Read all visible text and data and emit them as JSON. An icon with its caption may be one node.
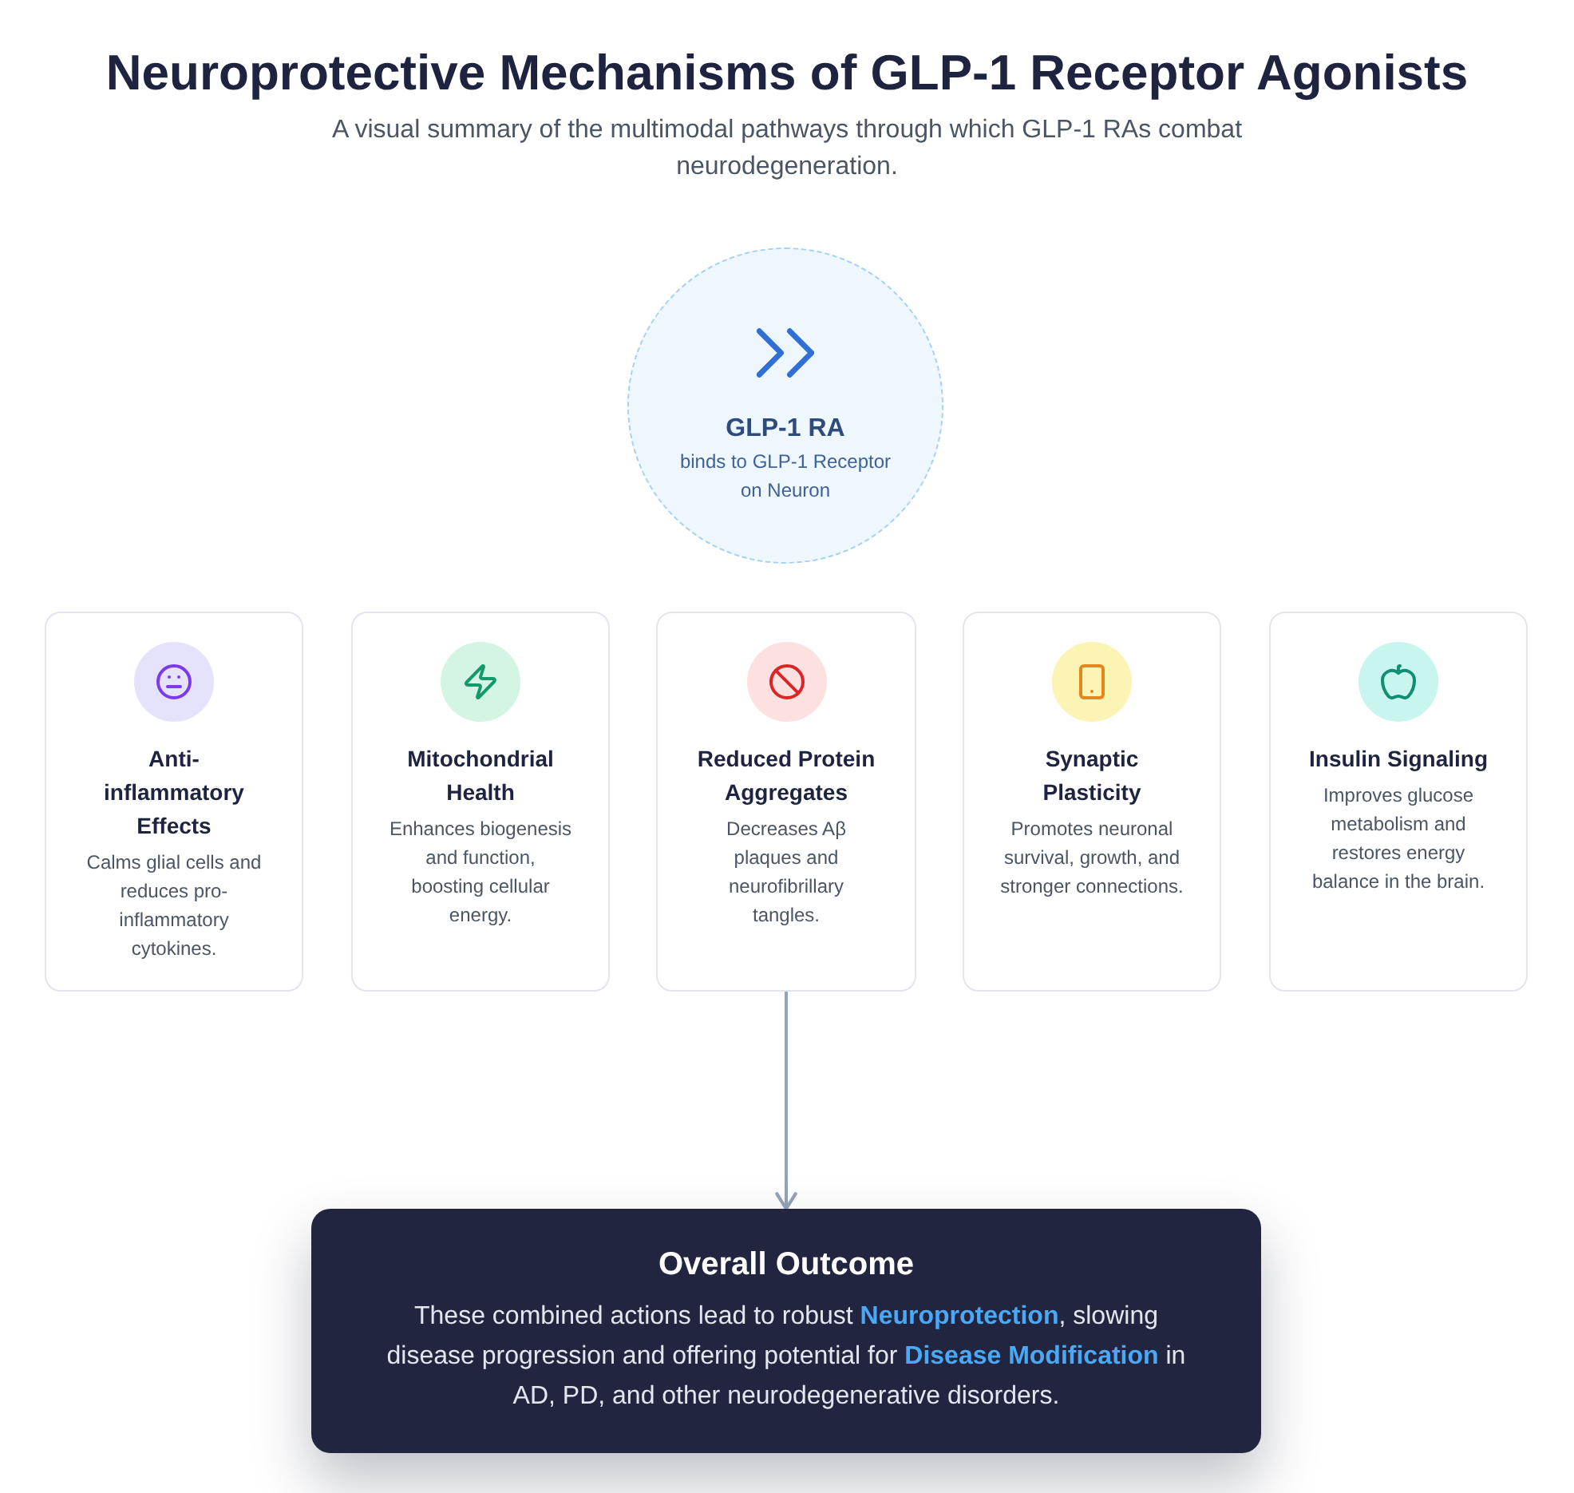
{
  "diagram": {
    "title": "Neuroprotective Mechanisms of GLP-1 Receptor Agonists",
    "nodes": [
      {
        "text": [
          "GLP-1 RA",
          "binds to GLP-1 Receptor on Neuron"
        ]
      },
      {
        "text": [
          "Anti-inflammatory Effects",
          "Calms glial cells and reduces pro-inflammatory cytokines."
        ]
      },
      {
        "text": [
          "Mitochondrial Health",
          "Enhances biogenesis and function, boosting cellular energy."
        ]
      },
      {
        "text": [
          "Reduced Protein Aggregates",
          "Decreases Aβ plaques and neurofibrillary tangles."
        ]
      },
      {
        "text": [
          "Synaptic Plasticity",
          "Promotes neuronal survival, growth, and stronger connections."
        ]
      },
      {
        "text": [
          "Insulin Signaling",
          "Improves glucose metabolism and restores energy balance in the brain."
        ]
      },
      {
        "text": [
          "Overall Outcome",
          "These combined actions lead to robust **Neuroprotection**, slowing disease progression and offering potential for **Disease Modification** in AD, PD, and other neurodegenerative disorders."
        ]
      }
    ],
    "edges": [
      {
        "from": 3,
        "to": 6,
        "arrow": "to"
      }
    ],
    "labels": [
      "A visual summary of the multimodal pathways through which GLP-1 RAs combat neurodegeneration."
    ]
  }
}
